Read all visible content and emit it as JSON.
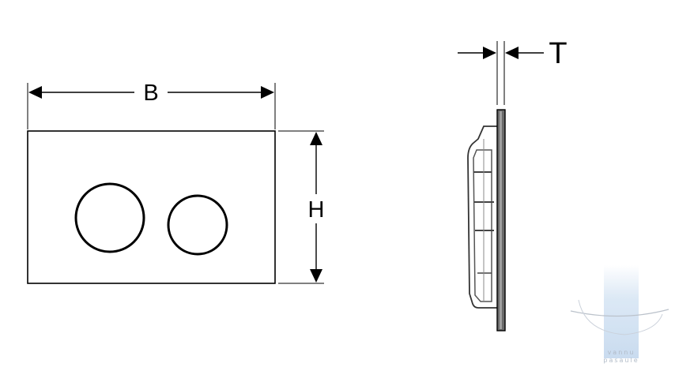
{
  "diagram": {
    "front_view": {
      "width_label": "B",
      "height_label": "H"
    },
    "side_view": {
      "thickness_label": "T"
    },
    "watermark": {
      "line1": "vannu",
      "line2": "pasaule"
    },
    "colors": {
      "line": "#000000",
      "side_gray": "#666666",
      "side_light": "#9a9a9a",
      "watermark": "#a9b4c2",
      "watermark_bar": "#d7e5f3"
    }
  }
}
